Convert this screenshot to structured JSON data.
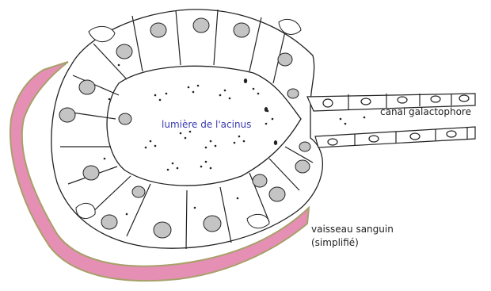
{
  "labels": {
    "lumen": "lumière de l'acinus",
    "duct": "canal galactophore",
    "vessel_line1": "vaisseau sanguin",
    "vessel_line2": "(simplifié)"
  },
  "colors": {
    "vessel_fill": "#e58fb4",
    "vessel_edge": "#a8a06a",
    "cell_outline": "#222222",
    "nucleus": "#c4c4c4",
    "lumen_label": "#3a3ab0"
  }
}
